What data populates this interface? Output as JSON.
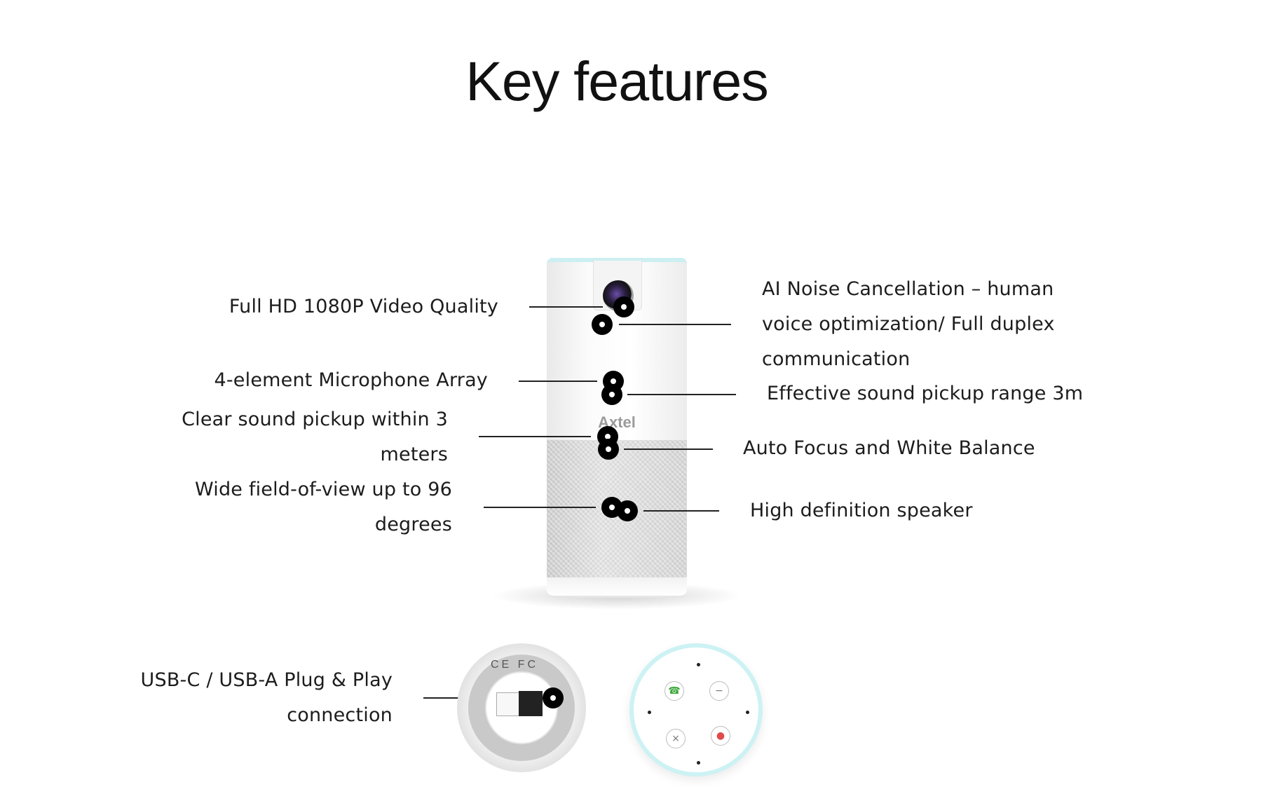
{
  "title": "Key features",
  "device": {
    "logo": "Axtel"
  },
  "features_left": [
    {
      "id": "video",
      "lines": [
        "Full HD 1080P Video Quality"
      ]
    },
    {
      "id": "mic",
      "lines": [
        "4-element Microphone Array"
      ]
    },
    {
      "id": "pickup",
      "lines": [
        "Clear sound pickup within 3",
        "meters"
      ]
    },
    {
      "id": "fov",
      "lines": [
        "Wide field-of-view up to 96",
        "degrees"
      ]
    },
    {
      "id": "usb",
      "lines": [
        "USB-C / USB-A Plug & Play",
        "connection"
      ]
    }
  ],
  "features_right": [
    {
      "id": "noise",
      "lines": [
        "AI Noise Cancellation – human",
        "voice optimization/ Full duplex",
        "communication"
      ]
    },
    {
      "id": "range",
      "lines": [
        "Effective sound pickup range 3m"
      ]
    },
    {
      "id": "focus",
      "lines": [
        "Auto Focus and White Balance"
      ]
    },
    {
      "id": "speaker",
      "lines": [
        "High definition speaker"
      ]
    }
  ],
  "bottom_view": {
    "marks": "CE FC"
  },
  "top_view": {
    "buttons": [
      {
        "name": "call-button",
        "icon": "phone-icon",
        "glyph": "☎",
        "color": "#3aa83a"
      },
      {
        "name": "volume-down-button",
        "icon": "minus-icon",
        "glyph": "−",
        "color": "#777777"
      },
      {
        "name": "hangup-button",
        "icon": "close-icon",
        "glyph": "×",
        "color": "#777777"
      },
      {
        "name": "mute-button",
        "icon": "mic-mute-icon",
        "glyph": "●",
        "color": "#e04a4a"
      }
    ]
  }
}
